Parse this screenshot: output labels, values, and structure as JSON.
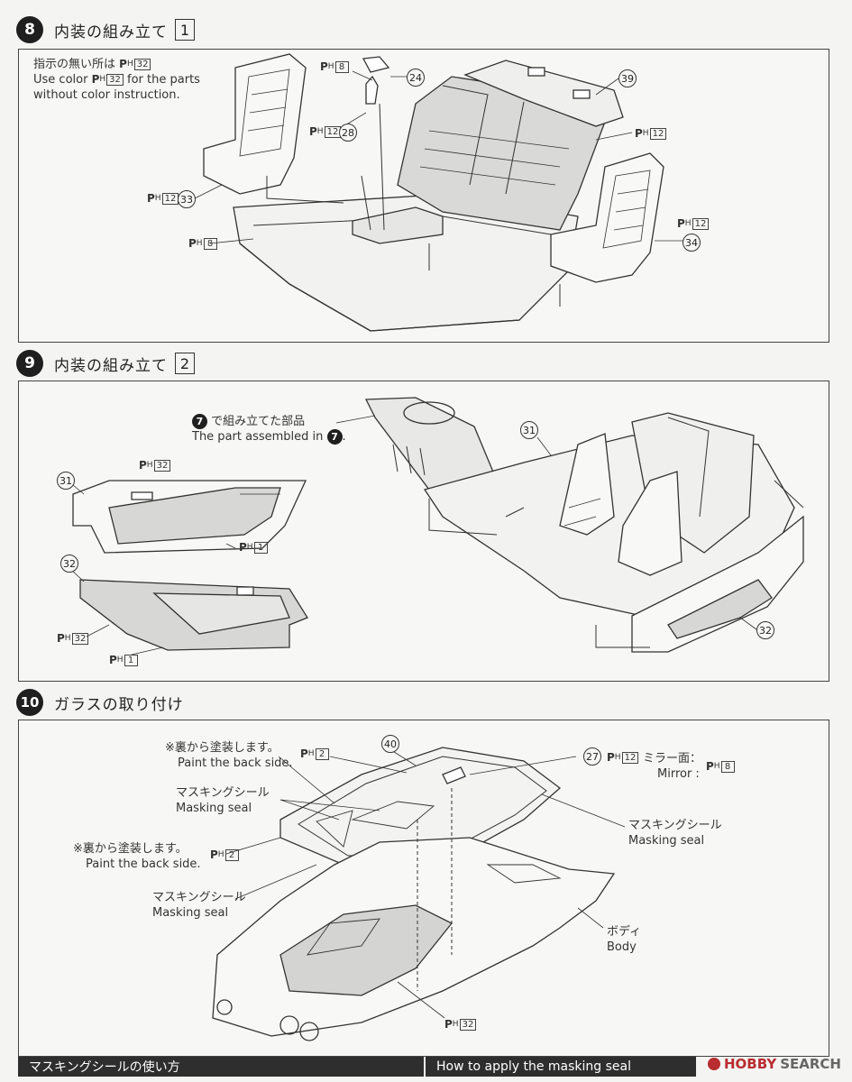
{
  "step8": {
    "num": "8",
    "title": "内装の組み立て",
    "box": "1",
    "note_jp": "指示の無い所は",
    "note_en1a": "Use color",
    "note_en1b": "for the parts",
    "note_en2": "without color instruction.",
    "ph_p": "P",
    "ph_h": "H",
    "labels": {
      "c32": "32",
      "c8": "8",
      "c12": "12"
    },
    "parts": {
      "p24": "24",
      "p28": "28",
      "p33": "33",
      "p34": "34",
      "p39": "39"
    }
  },
  "step9": {
    "num": "9",
    "title": "内装の組み立て",
    "box": "2",
    "ref_jp": "で組み立てた部品",
    "ref_en": "The part assembled in",
    "ref_num": "7",
    "ref_dot": ".",
    "parts": {
      "p31": "31",
      "p32": "32"
    },
    "labels": {
      "c32": "32",
      "c1": "1"
    }
  },
  "step10": {
    "num": "10",
    "title": "ガラスの取り付け",
    "back_jp": "※裏から塗装します。",
    "back_en": "Paint the back side.",
    "mask_jp": "マスキングシール",
    "mask_en": "Masking seal",
    "mirror_jp": "ミラー面：",
    "mirror_en": "Mirror :",
    "body_jp": "ボディ",
    "body_en": "Body",
    "parts": {
      "p40": "40",
      "p27": "27"
    },
    "labels": {
      "c2": "2",
      "c12": "12",
      "c8": "8",
      "c32": "32"
    }
  },
  "footer": {
    "left": "マスキングシールの使い方",
    "right": "How to apply the masking seal"
  },
  "watermark": {
    "brand": "HOBBY",
    "brand2": "SEARCH"
  }
}
